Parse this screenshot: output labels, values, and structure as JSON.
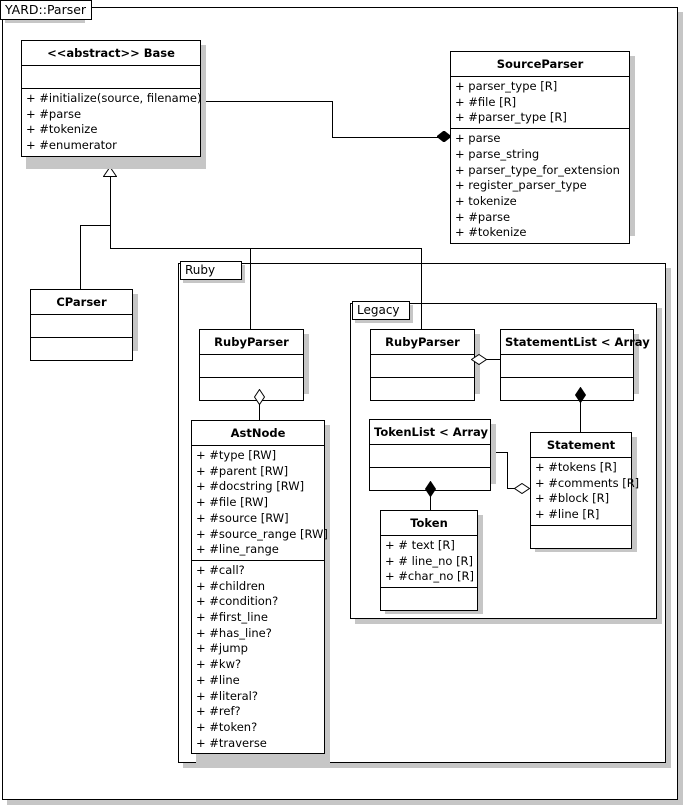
{
  "diagram": {
    "title": "YARD::Parser",
    "type": "uml-class-diagram",
    "accent_color": "#000000",
    "background": "#ffffff",
    "shadow_color": "#c6c6c6"
  },
  "packages": [
    {
      "id": "ruby",
      "label": "Ruby"
    },
    {
      "id": "legacy",
      "label": "Legacy"
    }
  ],
  "classes": {
    "base": {
      "name": "<<abstract>> Base",
      "attributes": [],
      "methods": [
        "+ #initialize(source, filename)",
        "+ #parse",
        "+ #tokenize",
        "+ #enumerator"
      ]
    },
    "source_parser": {
      "name": "SourceParser",
      "attributes": [
        "+ parser_type [R]",
        "+ #file [R]",
        "+ #parser_type [R]"
      ],
      "methods": [
        "+ parse",
        "+ parse_string",
        "+ parser_type_for_extension",
        "+ register_parser_type",
        "+ tokenize",
        "+ #parse",
        "+ #tokenize"
      ]
    },
    "cparser": {
      "name": "CParser",
      "attributes": [],
      "methods": []
    },
    "ruby_parser": {
      "name": "RubyParser",
      "attributes": [],
      "methods": []
    },
    "legacy_ruby_parser": {
      "name": "RubyParser",
      "attributes": [],
      "methods": []
    },
    "statement_list": {
      "name": "StatementList < Array",
      "attributes": [],
      "methods": []
    },
    "ast_node": {
      "name": "AstNode",
      "attributes": [
        "+ #type [RW]",
        "+ #parent [RW]",
        "+ #docstring [RW]",
        "+ #file [RW]",
        "+ #source [RW]",
        "+ #source_range [RW]",
        "+ #line_range"
      ],
      "methods": [
        "+ #call?",
        "+ #children",
        "+ #condition?",
        "+ #first_line",
        "+ #has_line?",
        "+ #jump",
        "+ #kw?",
        "+ #line",
        "+ #literal?",
        "+ #ref?",
        "+ #token?",
        "+ #traverse"
      ]
    },
    "token_list": {
      "name": "TokenList < Array",
      "attributes": [],
      "methods": []
    },
    "token": {
      "name": "Token",
      "attributes": [
        "+ # text [R]",
        "+ # line_no [R]",
        "+ #char_no [R]"
      ],
      "methods": []
    },
    "statement": {
      "name": "Statement",
      "attributes": [
        "+ #tokens [R]",
        "+ #comments [R]",
        "+ #block [R]",
        "+ #line [R]"
      ],
      "methods": []
    }
  },
  "relationships": [
    {
      "from": "base",
      "to": "source_parser",
      "type": "composition",
      "marker": "filled-diamond"
    },
    {
      "from": "cparser",
      "to": "base",
      "type": "generalization",
      "marker": "hollow-triangle"
    },
    {
      "from": "ruby_parser",
      "to": "base",
      "type": "generalization",
      "marker": "hollow-triangle"
    },
    {
      "from": "legacy_ruby_parser",
      "to": "base",
      "type": "generalization",
      "marker": "hollow-triangle"
    },
    {
      "from": "ruby_parser",
      "to": "ast_node",
      "type": "aggregation",
      "marker": "hollow-diamond"
    },
    {
      "from": "legacy_ruby_parser",
      "to": "statement_list",
      "type": "aggregation",
      "marker": "hollow-diamond"
    },
    {
      "from": "statement_list",
      "to": "statement",
      "type": "composition",
      "marker": "filled-diamond"
    },
    {
      "from": "token_list",
      "to": "token",
      "type": "composition",
      "marker": "filled-diamond"
    },
    {
      "from": "statement",
      "to": "token_list",
      "type": "aggregation",
      "marker": "hollow-diamond"
    }
  ]
}
